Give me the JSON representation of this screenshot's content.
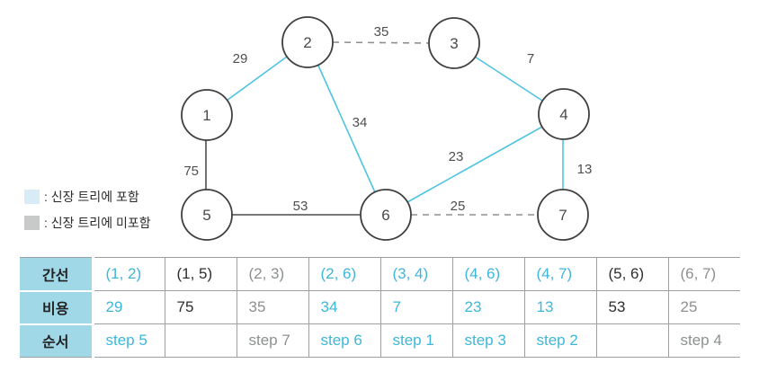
{
  "colors": {
    "included": "#4fc4e1",
    "included_text": "#3db7d9",
    "excluded": "#8f8f8f",
    "pending": "#4c4c4c",
    "table_header_bg": "#a0d8e8",
    "legend_included_swatch": "#d8ecf5",
    "legend_excluded_swatch": "#c8c9c9"
  },
  "graph": {
    "nodes": [
      {
        "id": "1"
      },
      {
        "id": "2"
      },
      {
        "id": "3"
      },
      {
        "id": "4"
      },
      {
        "id": "5"
      },
      {
        "id": "6"
      },
      {
        "id": "7"
      }
    ],
    "edges": [
      {
        "between": "1-2",
        "weight": "29",
        "status": "included"
      },
      {
        "between": "2-3",
        "weight": "35",
        "status": "excluded"
      },
      {
        "between": "3-4",
        "weight": "7",
        "status": "included"
      },
      {
        "between": "2-6",
        "weight": "34",
        "status": "included"
      },
      {
        "between": "1-5",
        "weight": "75",
        "status": "pending"
      },
      {
        "between": "4-6",
        "weight": "23",
        "status": "included"
      },
      {
        "between": "4-7",
        "weight": "13",
        "status": "included"
      },
      {
        "between": "5-6",
        "weight": "53",
        "status": "pending"
      },
      {
        "between": "6-7",
        "weight": "25",
        "status": "excluded"
      }
    ]
  },
  "legend": {
    "included_label": ": 신장 트리에 포함",
    "excluded_label": ": 신장 트리에 미포함"
  },
  "table": {
    "row_headers": [
      "간선",
      "비용",
      "순서"
    ],
    "columns": [
      {
        "edge": "(1, 2)",
        "cost": "29",
        "step": "step 5",
        "status": "included"
      },
      {
        "edge": "(1, 5)",
        "cost": "75",
        "step": "",
        "status": "pending"
      },
      {
        "edge": "(2, 3)",
        "cost": "35",
        "step": "step 7",
        "status": "excluded"
      },
      {
        "edge": "(2, 6)",
        "cost": "34",
        "step": "step 6",
        "status": "included"
      },
      {
        "edge": "(3, 4)",
        "cost": "7",
        "step": "step 1",
        "status": "included"
      },
      {
        "edge": "(4, 6)",
        "cost": "23",
        "step": "step 3",
        "status": "included"
      },
      {
        "edge": "(4, 7)",
        "cost": "13",
        "step": "step 2",
        "status": "included"
      },
      {
        "edge": "(5, 6)",
        "cost": "53",
        "step": "",
        "status": "pending"
      },
      {
        "edge": "(6, 7)",
        "cost": "25",
        "step": "step 4",
        "status": "excluded"
      }
    ]
  }
}
